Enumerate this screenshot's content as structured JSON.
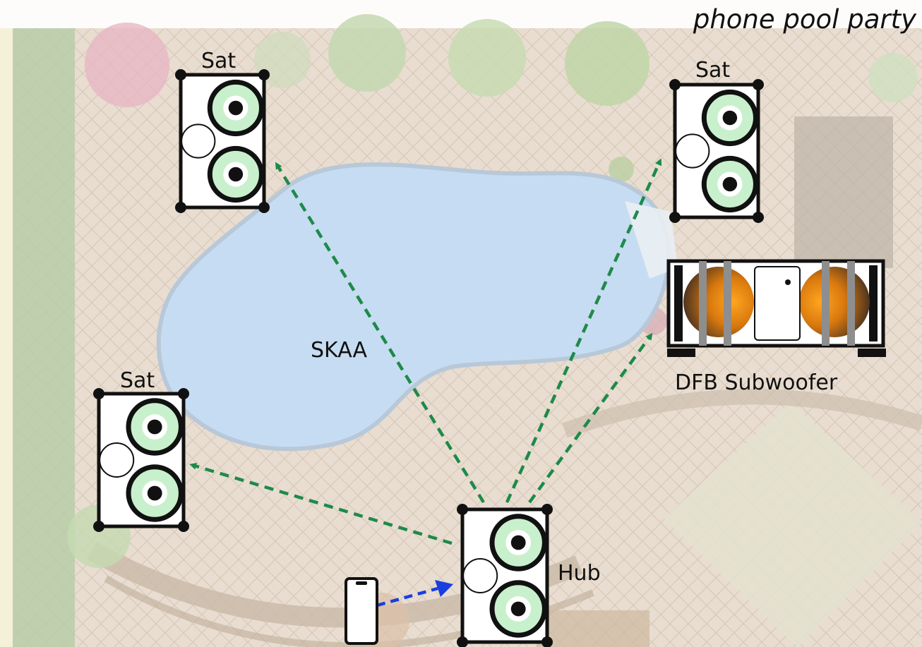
{
  "title": "phone pool party",
  "labels": {
    "sat_top_left": "Sat",
    "sat_top_right": "Sat",
    "sat_left": "Sat",
    "hub": "Hub",
    "sub": "DFB Subwoofer",
    "link": "SKAA"
  },
  "colors": {
    "wireless_link": "#1e8a4a",
    "phone_link": "#1a3fe0",
    "woofer_cone": "#c8f0cc",
    "sub_driver": "#e88a10",
    "pool_water": "#c6dcf2"
  },
  "icons": {
    "phone": "smartphone-icon",
    "speaker": "speaker-icon",
    "subwoofer": "subwoofer-icon"
  }
}
